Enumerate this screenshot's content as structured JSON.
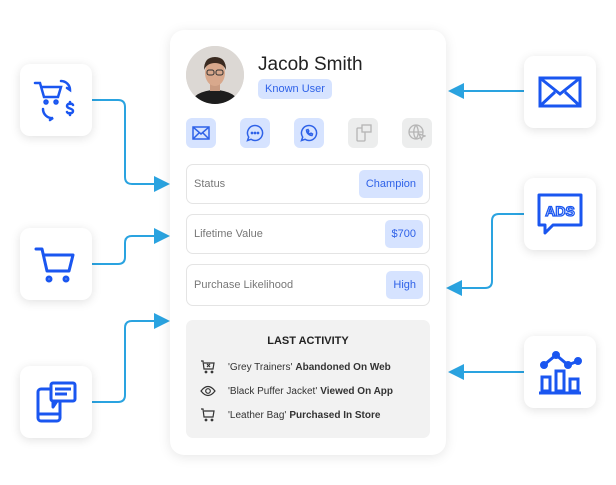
{
  "profile": {
    "name": "Jacob Smith",
    "badge": "Known User"
  },
  "channels": [
    {
      "icon": "mail-icon",
      "active": true
    },
    {
      "icon": "chat-icon",
      "active": true
    },
    {
      "icon": "whatsapp-icon",
      "active": true
    },
    {
      "icon": "mobile-message-icon",
      "active": false
    },
    {
      "icon": "web-icon",
      "active": false
    }
  ],
  "attributes": [
    {
      "label": "Status",
      "value": "Champion"
    },
    {
      "label": "Lifetime Value",
      "value": "$700"
    },
    {
      "label": "Purchase Likelihood",
      "value": "High"
    }
  ],
  "activity": {
    "title": "LAST ACTIVITY",
    "items": [
      {
        "icon": "cart-abandoned-icon",
        "item": "'Grey Trainers'",
        "action": "Abandoned On Web"
      },
      {
        "icon": "eye-icon",
        "item": "'Black Puffer Jacket'",
        "action": "Viewed On App"
      },
      {
        "icon": "cart-icon",
        "item": "'Leather Bag'",
        "action": "Purchased In Store"
      }
    ]
  },
  "sources": {
    "ads_label": "ADS"
  },
  "colors": {
    "accent": "#1a56f0",
    "line": "#2aa3e0",
    "chip": "#d6e3ff"
  }
}
